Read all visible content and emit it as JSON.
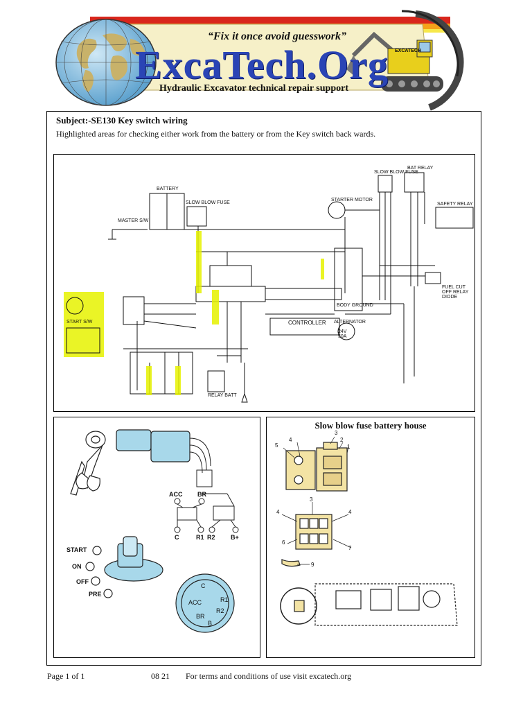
{
  "header": {
    "tagline": "“Fix it once avoid guesswork”",
    "brand": "ExcaTech.Org",
    "subtitle": "Hydraulic Excavator technical repair support",
    "machine_label": "EXCATECH"
  },
  "document": {
    "subject": "Subject:-SE130 Key switch wiring",
    "description": "Highlighted areas for checking either work from the battery or from the Key switch back wards."
  },
  "wiring_diagram": {
    "battery_label": "BATTERY",
    "master_switch_label": "MASTER S/W",
    "slow_blow_fuse_label": "SLOW BLOW FUSE",
    "starter_motor_label": "STARTER MOTOR",
    "safety_relay_label": "SAFETY RELAY",
    "bat_relay_label": "BAT RELAY",
    "slow_blow_fuse_top_label": "SLOW BLOW FUSE",
    "controller_label": "CONTROLLER",
    "alternator_label": "ALTERNATOR",
    "alternator_rating": "24V 50A",
    "body_ground_label": "BODY GROUND",
    "fuel_cut_off_label": "FUEL CUT OFF RELAY DIODE",
    "start_sw_label": "START S/W",
    "relay_batt_label": "RELAY BATT"
  },
  "key_switch": {
    "acc": "ACC",
    "br": "BR",
    "c": "C",
    "r1": "R1",
    "r2": "R2",
    "b_plus": "B+",
    "start": "START",
    "on": "ON",
    "off": "OFF",
    "pre": "PRE",
    "face_c": "C",
    "face_acc": "ACC",
    "face_br": "BR",
    "face_r1": "R1",
    "face_r2": "R2",
    "face_b": "B"
  },
  "fuse_box": {
    "title": "Slow blow fuse battery house",
    "callouts": [
      "5",
      "4",
      "3",
      "2",
      "1",
      "3",
      "4",
      "4",
      "6",
      "7",
      "9"
    ]
  },
  "footer": {
    "page": "Page 1 of  1",
    "date": "08   21",
    "terms": "For terms and conditions of use visit excatech.org"
  },
  "colors": {
    "brand_blue": "#2a44b5",
    "highlight_yellow": "#e6f200",
    "banner_red": "#d9261c",
    "banner_orange": "#f5a21a"
  }
}
